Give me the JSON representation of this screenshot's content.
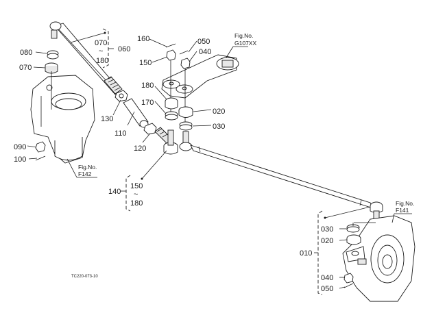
{
  "diagram": {
    "drawing_code": "TC220-073-10",
    "callouts": {
      "top_left_080": "080",
      "top_left_070": "070",
      "bracket_060_top": "070",
      "bracket_060_tilde": "~",
      "bracket_060_bottom": "180",
      "bracket_060_label": "060",
      "label_160": "160",
      "label_150": "150",
      "label_050_top": "050",
      "label_040_top": "040",
      "label_180": "180",
      "label_170": "170",
      "label_020_mid": "020",
      "label_030_mid": "030",
      "label_130": "130",
      "label_110": "110",
      "label_120": "120",
      "left_090": "090",
      "left_100": "100",
      "bracket_140_top": "150",
      "bracket_140_tilde": "~",
      "bracket_140_bottom": "180",
      "bracket_140_label": "140",
      "bracket_010_label": "010",
      "right_030": "030",
      "right_020": "020",
      "right_040": "040",
      "right_050": "050"
    },
    "figure_refs": {
      "g107": {
        "line1": "Fig.No.",
        "line2": "G107XX"
      },
      "f142": {
        "line1": "Fig.No.",
        "line2": "F142"
      },
      "f141": {
        "line1": "Fig.No.",
        "line2": "F141"
      }
    }
  }
}
